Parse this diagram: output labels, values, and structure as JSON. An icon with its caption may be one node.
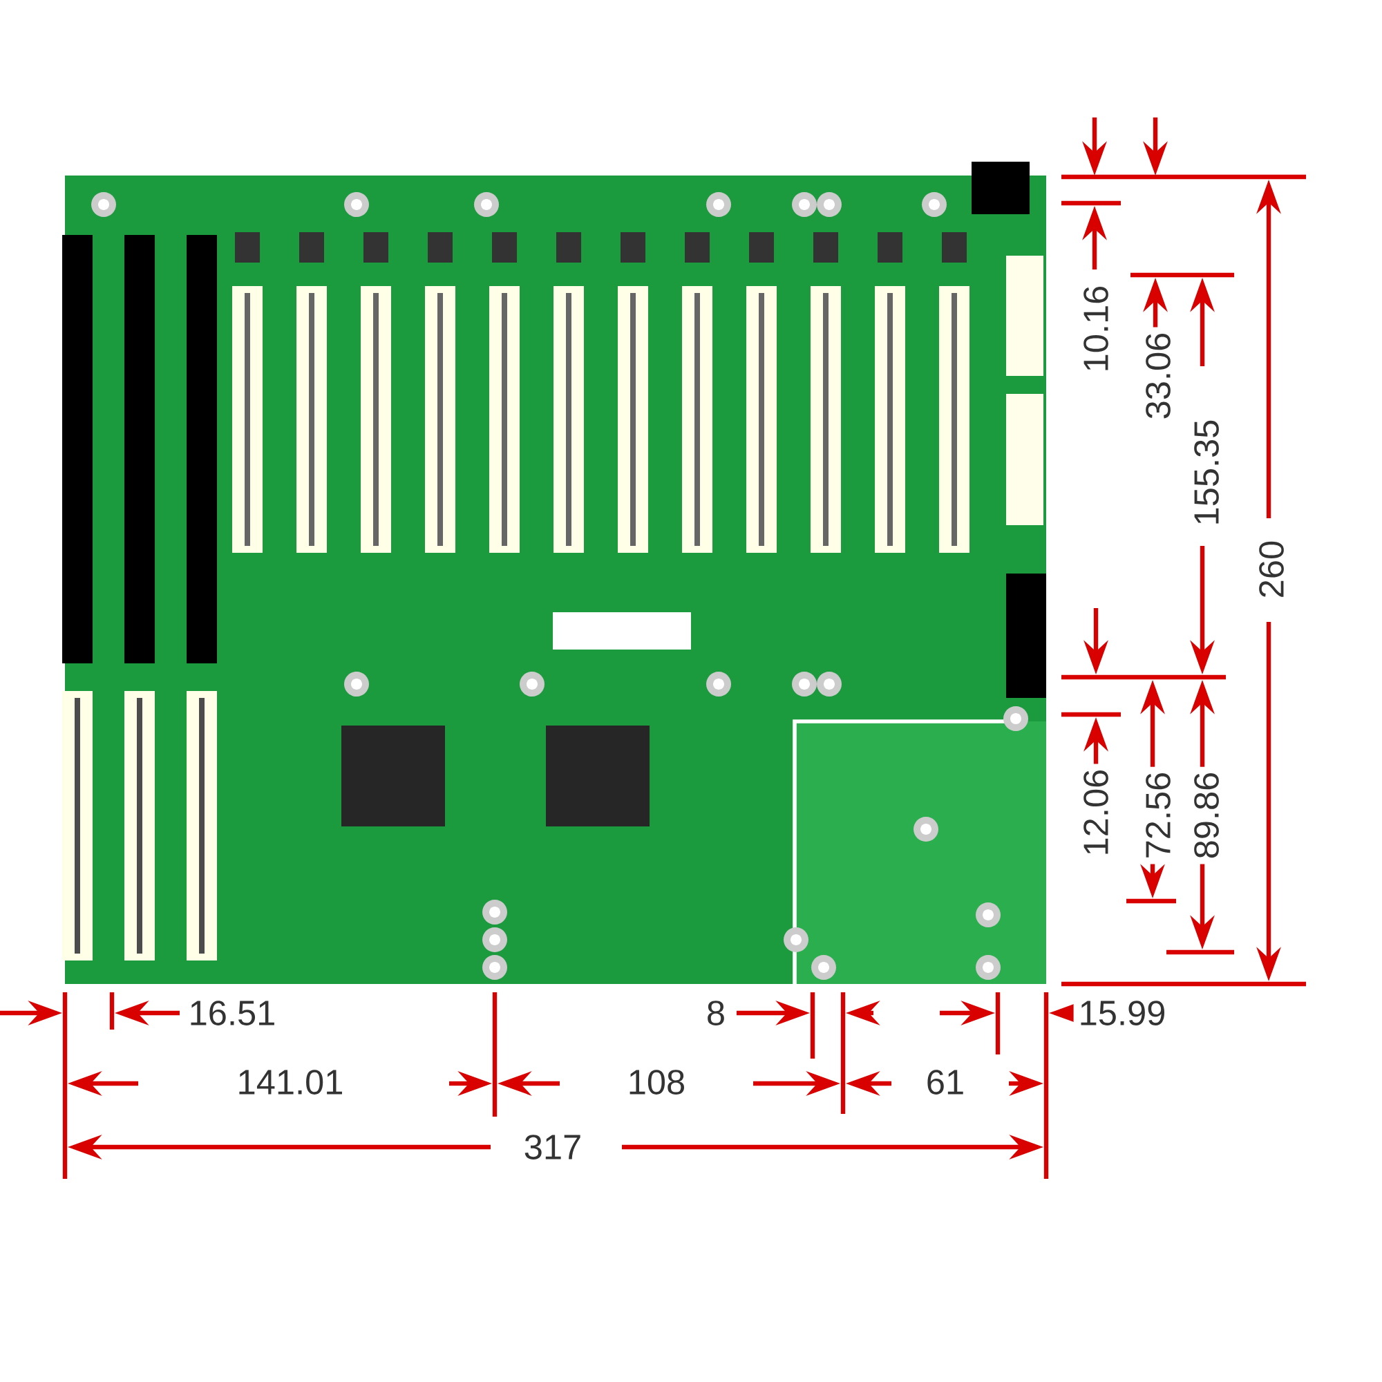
{
  "diagram": {
    "labels": [
      "10.16",
      "33.06",
      "155.35",
      "260",
      "12.06",
      "72.56",
      "89.86",
      "16.51",
      "8",
      "15.99",
      "141.01",
      "108",
      "61",
      "317"
    ]
  }
}
